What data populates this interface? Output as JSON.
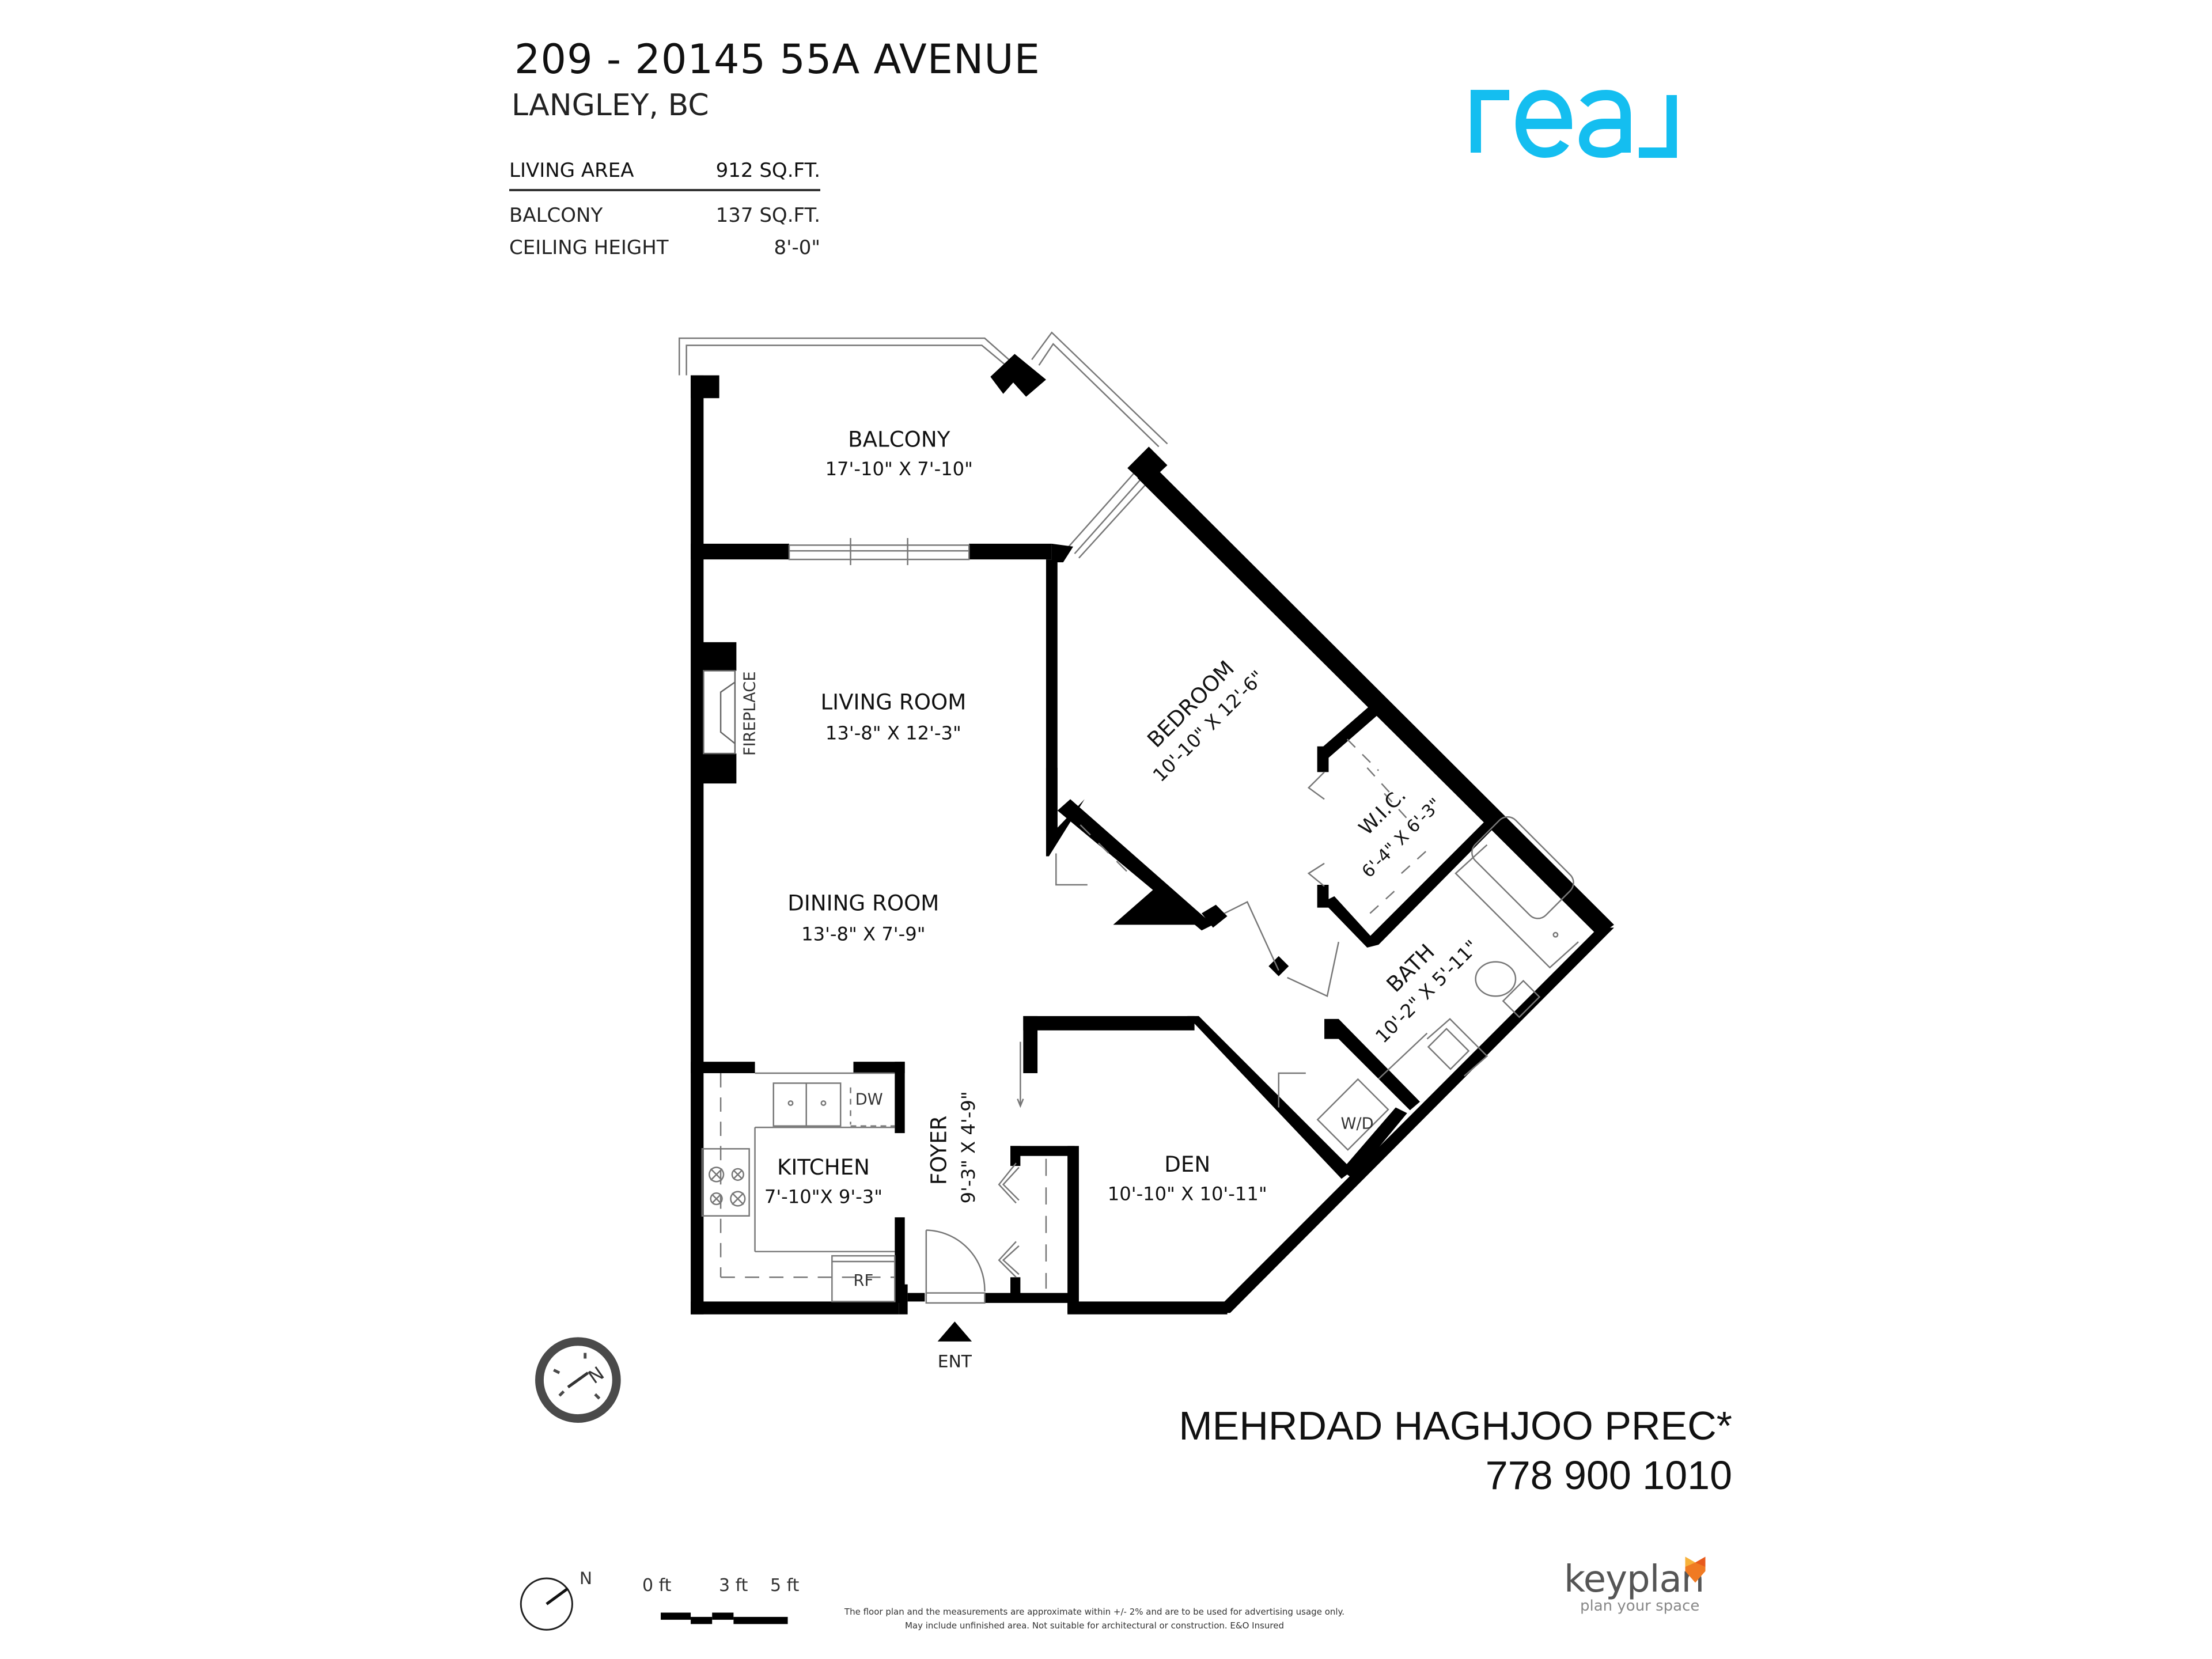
{
  "header": {
    "address": "209 - 20145 55A AVENUE",
    "city": "LANGLEY, BC"
  },
  "stats": [
    {
      "label": "LIVING AREA",
      "value": "912 SQ.FT."
    },
    {
      "label": "BALCONY",
      "value": "137 SQ.FT."
    },
    {
      "label": "CEILING HEIGHT",
      "value": "8'-0\""
    }
  ],
  "brand": {
    "logo_text": "real",
    "logo_color": "#14BEF0"
  },
  "rooms": {
    "balcony": {
      "name": "BALCONY",
      "dims": "17'-10\"  X   7'-10\""
    },
    "living": {
      "name": "LIVING ROOM",
      "dims": "13'-8\"   X   12'-3\""
    },
    "dining": {
      "name": "DINING ROOM",
      "dims": "13'-8\"   X   7'-9\""
    },
    "bedroom": {
      "name": "BEDROOM",
      "dims": "10'-10\" X  12'-6\""
    },
    "wic": {
      "name": "W.I.C.",
      "dims": "6'-4\" X 6'-3\""
    },
    "bath": {
      "name": "BATH",
      "dims": "10'-2\"  X  5'-11\""
    },
    "kitchen": {
      "name": "KITCHEN",
      "dims": "7'-10\"X  9'-3\""
    },
    "foyer": {
      "name": "FOYER",
      "dims": "9'-3\"  X  4'-9\""
    },
    "den": {
      "name": "DEN",
      "dims": "10'-10\"  X   10'-11\""
    }
  },
  "fixtures": {
    "fireplace": "FIREPLACE",
    "dishwasher": "DW",
    "fridge": "RF",
    "washer_dryer": "W/D",
    "entry": "ENT"
  },
  "compass": {
    "letter": "N"
  },
  "agent": {
    "name": "MEHRDAD HAGHJOO PREC*",
    "phone": "778 900 1010"
  },
  "scale": {
    "labels": [
      "0 ft",
      "3 ft",
      "5 ft"
    ]
  },
  "disclaimer": {
    "line1": "The floor plan and the measurements are approximate within +/- 2% and are to be used for advertising usage only.",
    "line2": "May include unfinished area. Not suitable for architectural or construction. E&O Insured"
  },
  "keyplan": {
    "word": "keyplan",
    "tagline": "plan your space",
    "accent_color": "#F07A22"
  }
}
